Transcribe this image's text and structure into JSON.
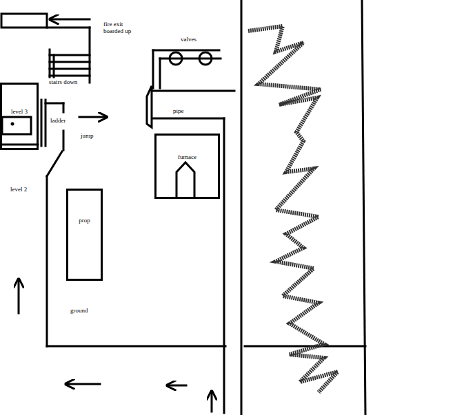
{
  "diagram": {
    "nodes": [
      {
        "text": [
          "level 3"
        ]
      },
      {
        "text": [
          "furnace"
        ]
      },
      {
        "text": [
          "prop"
        ]
      }
    ],
    "labels": [
      "fire exit boarded up",
      "stairs down",
      "ladder",
      "jump",
      "valves",
      "pipe",
      "level 2",
      "ground"
    ]
  }
}
